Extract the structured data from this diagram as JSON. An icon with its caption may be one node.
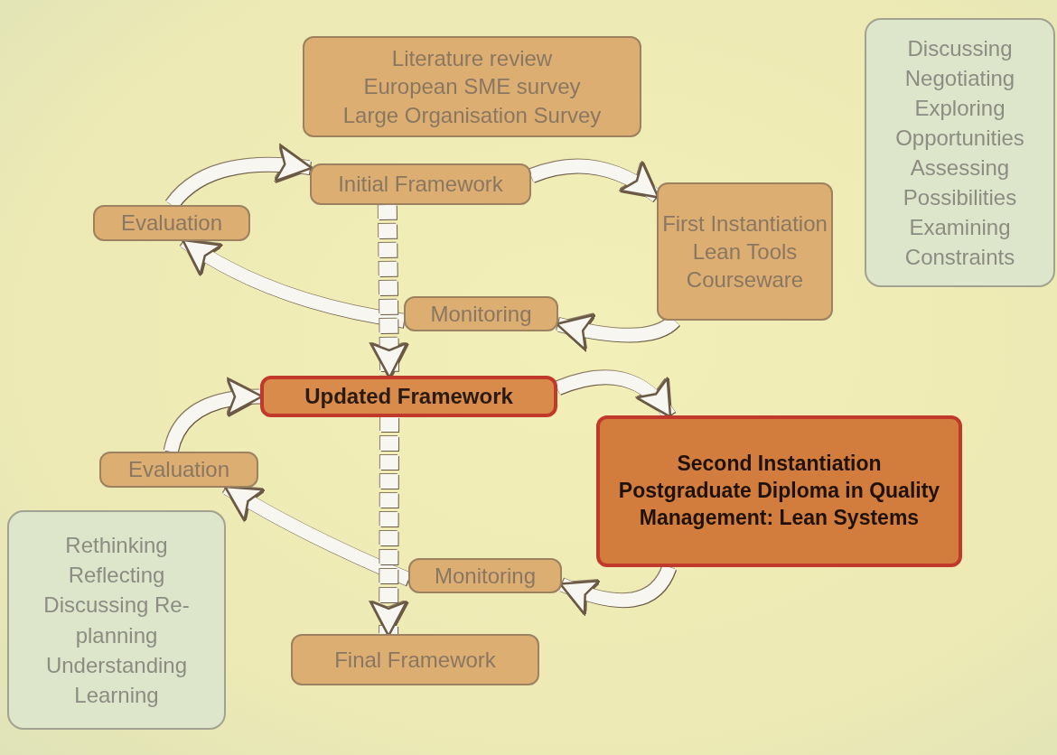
{
  "diagram": {
    "nodes": [
      {
        "text": [
          "Literature review",
          "European SME survey",
          "Large Organisation Survey"
        ]
      },
      {
        "text": [
          "Initial Framework"
        ]
      },
      {
        "text": [
          "Evaluation"
        ]
      },
      {
        "text": [
          "First Instantiation",
          "Lean Tools Courseware"
        ]
      },
      {
        "text": [
          "Monitoring"
        ]
      },
      {
        "text": [
          "Updated Framework"
        ]
      },
      {
        "text": [
          "Evaluation"
        ]
      },
      {
        "text": [
          "Second Instantiation Postgraduate Diploma in Quality Management: Lean Systems"
        ]
      },
      {
        "text": [
          "Monitoring"
        ]
      },
      {
        "text": [
          "Final Framework"
        ]
      },
      {
        "text": [
          "Discussing Negotiating Exploring Opportunities Assessing Possibilities Examining Constraints"
        ]
      },
      {
        "text": [
          "Rethinking Reflecting Discussing Re-planning Understanding Learning"
        ]
      }
    ],
    "edges": [
      {
        "from": 1,
        "to": 3,
        "arrow": "to"
      },
      {
        "from": 3,
        "to": 4,
        "arrow": "to"
      },
      {
        "from": 4,
        "to": 2,
        "arrow": "to"
      },
      {
        "from": 2,
        "to": 1,
        "arrow": "to"
      },
      {
        "from": 1,
        "to": 5,
        "arrow": "to",
        "style": "dashed"
      },
      {
        "from": 5,
        "to": 7,
        "arrow": "to"
      },
      {
        "from": 7,
        "to": 8,
        "arrow": "to"
      },
      {
        "from": 8,
        "to": 6,
        "arrow": "to"
      },
      {
        "from": 6,
        "to": 5,
        "arrow": "to"
      },
      {
        "from": 5,
        "to": 9,
        "arrow": "to",
        "style": "dashed"
      }
    ]
  }
}
